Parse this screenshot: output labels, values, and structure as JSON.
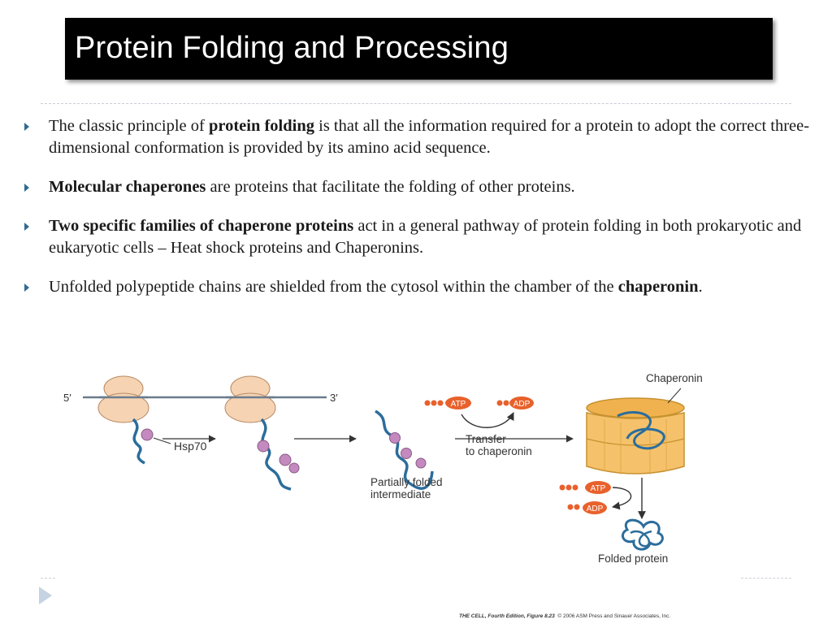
{
  "slide": {
    "title": "Protein Folding and Processing"
  },
  "bullets": [
    {
      "parts": [
        {
          "text": "The classic principle of ",
          "bold": false
        },
        {
          "text": "protein folding",
          "bold": true
        },
        {
          "text": " is that all the information required for a protein to adopt the correct three-dimensional conformation is provided by its amino acid sequence.",
          "bold": false
        }
      ]
    },
    {
      "parts": [
        {
          "text": "Molecular chaperones",
          "bold": true
        },
        {
          "text": " are proteins that facilitate the folding of other proteins.",
          "bold": false
        }
      ]
    },
    {
      "parts": [
        {
          "text": "Two specific families of chaperone proteins",
          "bold": true
        },
        {
          "text": " act in a general pathway of protein folding in both prokaryotic and eukaryotic cells – Heat shock proteins and Chaperonins.",
          "bold": false
        }
      ]
    },
    {
      "parts": [
        {
          "text": "Unfolded polypeptide chains are shielded from the cytosol within the chamber of the ",
          "bold": false
        },
        {
          "text": "chaperonin",
          "bold": true
        },
        {
          "text": ".",
          "bold": false
        }
      ]
    }
  ],
  "figure": {
    "label_5prime": "5′",
    "label_3prime": "3′",
    "label_hsp70": "Hsp70",
    "label_partial_line1": "Partially folded",
    "label_partial_line2": "intermediate",
    "label_atp": "ATP",
    "label_adp": "ADP",
    "label_transfer_line1": "Transfer",
    "label_transfer_line2": "to chaperonin",
    "label_chaperonin": "Chaperonin",
    "label_folded": "Folded protein"
  },
  "citation": {
    "book": "THE CELL, Fourth Edition, Figure 8.23",
    "rest": "© 2006 ASM Press and Sinauer Associates, Inc."
  },
  "colors": {
    "bullet_marker": "#2f6c8f",
    "ribosome": "#f5d3b3",
    "chain": "#2b6d9c",
    "hsp70": "#c48ac0",
    "atp": "#e8612c",
    "chaperonin": "#f5c26b"
  }
}
